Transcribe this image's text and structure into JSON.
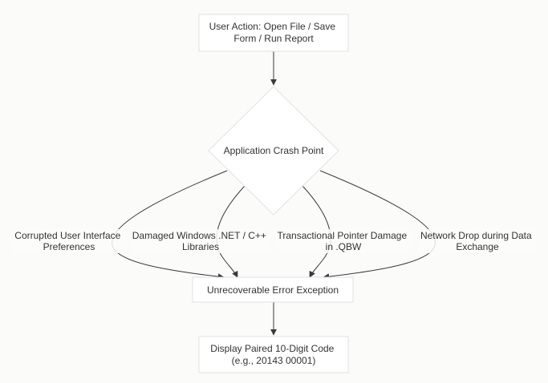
{
  "diagram": {
    "nodes": {
      "user_action": {
        "lines": [
          "User Action: Open File / Save",
          "Form / Run Report"
        ]
      },
      "crash_point": {
        "lines": [
          "Application Crash Point"
        ]
      },
      "unrecoverable_error": {
        "lines": [
          "Unrecoverable Error Exception"
        ]
      },
      "display_code": {
        "lines": [
          "Display Paired 10-Digit Code",
          "(e.g., 20143 00001)"
        ]
      }
    },
    "edge_labels": {
      "corrupted_ui": [
        "Corrupted User Interface",
        "Preferences"
      ],
      "damaged_net": [
        "Damaged Windows .NET / C++",
        "Libraries"
      ],
      "pointer_damage": [
        "Transactional Pointer Damage",
        "in .QBW"
      ],
      "network_drop": [
        "Network Drop during Data",
        "Exchange"
      ]
    }
  },
  "colors": {
    "edge": "#3a3a3a",
    "node_border": "#e2e2e2",
    "node_fill": "#ffffff",
    "background": "#fbfbf9"
  }
}
